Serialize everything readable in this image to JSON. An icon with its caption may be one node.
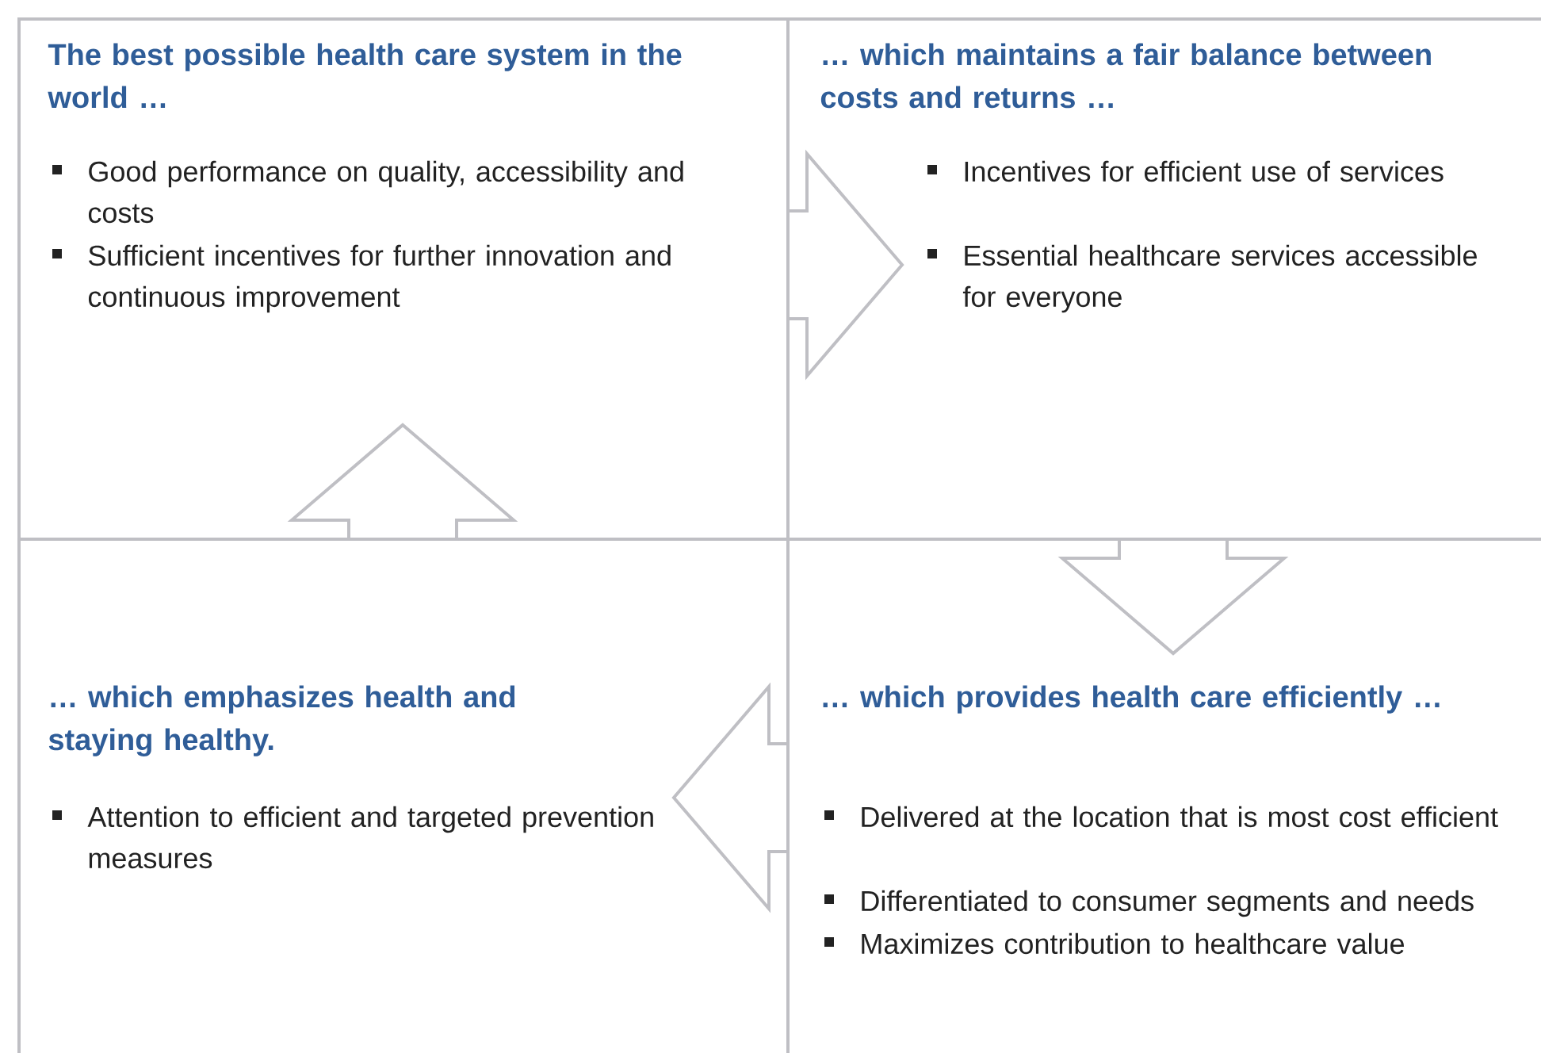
{
  "diagram": {
    "nodes": [
      {
        "text": [
          "The best possible health care system in the world …",
          "Good performance on quality, accessibility and costs",
          "Sufficient incentives for further innovation and continuous improvement"
        ]
      },
      {
        "text": [
          "… which maintains a fair balance between costs and returns …",
          "Incentives for efficient use of services",
          "Essential healthcare services accessible for everyone"
        ]
      },
      {
        "text": [
          "… which provides health care efficiently …",
          "Delivered at the location that is most cost efficient",
          "Differentiated to consumer segments and needs",
          "Maximizes contribution to healthcare value"
        ]
      },
      {
        "text": [
          "… which emphasizes health and staying healthy.",
          "Attention to efficient and targeted prevention measures"
        ]
      }
    ],
    "edges": [
      {
        "from": 0,
        "to": 1,
        "arrow": "to"
      },
      {
        "from": 1,
        "to": 2,
        "arrow": "to"
      },
      {
        "from": 2,
        "to": 3,
        "arrow": "to"
      },
      {
        "from": 3,
        "to": 0,
        "arrow": "to"
      }
    ]
  }
}
